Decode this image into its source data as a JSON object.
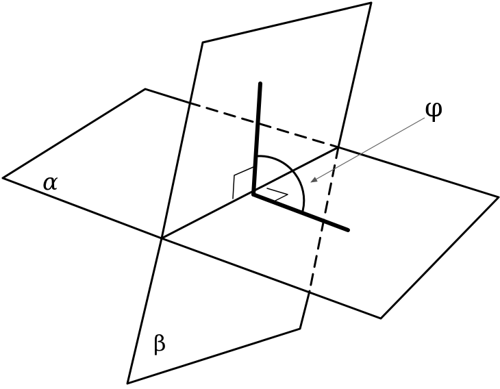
{
  "labels": {
    "plane_alpha": "α",
    "plane_beta": "β",
    "angle_phi": "φ"
  },
  "colors": {
    "line": "#000000",
    "pointer": "#666666",
    "background": "#ffffff"
  }
}
